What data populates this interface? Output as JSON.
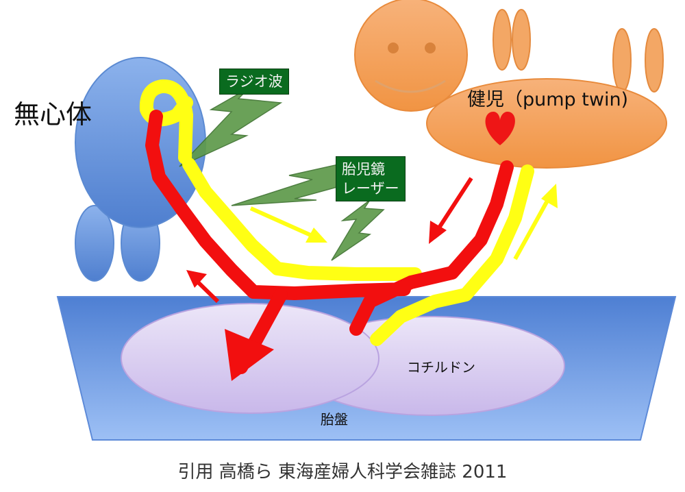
{
  "labels": {
    "acardiac": "無心体",
    "pump_twin": "健児（pump twin)",
    "radio_wave": "ラジオ波",
    "fetoscope_laser_line1": "胎児鏡",
    "fetoscope_laser_line2": "レーザー",
    "cord": "コチルドン",
    "placenta": "胎盤"
  },
  "caption": "引用 高橋ら 東海産婦人科学会雑誌 2011",
  "colors": {
    "placenta_trapezoid": "#8fb4ee",
    "placenta_lobe": "#d9ccf0",
    "acardiac_body": "#6e98dd",
    "pump_twin_body": "#f6a45c",
    "green_box": "#0a6b1f",
    "lightning": "#5e9a4a",
    "red_vessel": "#f20f0f",
    "yellow_vessel": "#ffff14"
  }
}
